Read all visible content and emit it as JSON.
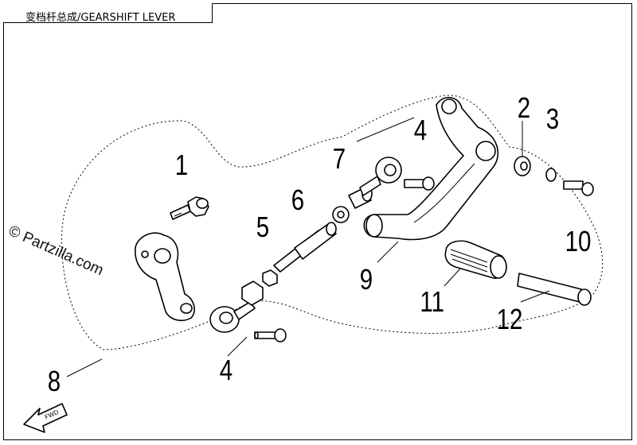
{
  "title": "变档杆总成/GEARSHIFT LEVER",
  "watermark": "© Partzilla.com",
  "fwd_label": "FWD",
  "callouts": [
    "1",
    "2",
    "3",
    "4",
    "4",
    "5",
    "6",
    "7",
    "8",
    "9",
    "10",
    "11",
    "12"
  ]
}
